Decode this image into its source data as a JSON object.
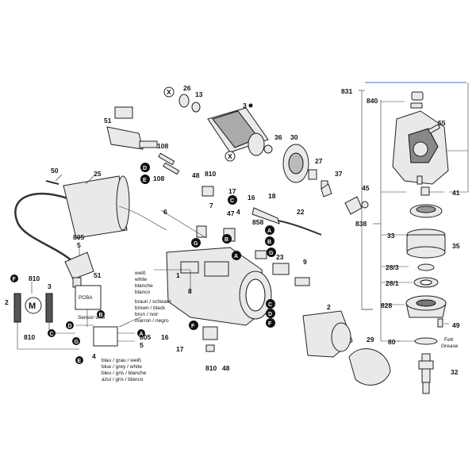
{
  "callouts": {
    "p831": "831",
    "p840": "840",
    "p55": "55",
    "p41": "41",
    "p838": "838",
    "p45": "45",
    "p33": "33",
    "p35": "35",
    "p28_3": "28/3",
    "p28_1": "28/1",
    "p828": "828",
    "p49": "49",
    "p80": "80",
    "p32": "32",
    "p26": "26",
    "p13": "13",
    "p3": "3",
    "p30": "30",
    "p36": "36",
    "p27": "27",
    "p37": "37",
    "p51a": "51",
    "p108a": "108",
    "p108b": "108",
    "p50": "50",
    "p25": "25",
    "p48a": "48",
    "p810a": "810",
    "p17a": "17",
    "p16a": "16",
    "p18": "18",
    "p22": "22",
    "p6": "6",
    "p7": "7",
    "p47": "47",
    "p4": "4",
    "p858": "858",
    "p23": "23",
    "p9": "9",
    "p805a": "805",
    "p5a": "5",
    "p1": "1",
    "p8": "8",
    "p2": "2",
    "p29": "29",
    "p16b": "16",
    "p17b": "17",
    "p810b": "810",
    "p48b": "48",
    "p51b": "51",
    "p810c": "810",
    "p3b": "3",
    "p2b": "2",
    "p810d": "810",
    "p4b": "4",
    "p805b": "805",
    "p5b": "5"
  },
  "letters": {
    "x1": "X",
    "x2": "X",
    "d1": "D",
    "e1": "E",
    "g1": "G",
    "c1": "C",
    "a1": "A",
    "b1": "B",
    "g2": "G",
    "a2": "A",
    "b2": "B",
    "c2": "C",
    "d2": "D",
    "f1": "F",
    "f2": "F",
    "pf": "F",
    "pc": "C",
    "pa": "A",
    "pd": "D",
    "pb": "B",
    "pe": "E",
    "pg": "G"
  },
  "motor_symbol": "M",
  "fett": "Fett",
  "grease": "Grease",
  "wiring": {
    "pcba": "PCBA",
    "sensor_wire": "Sensor wire",
    "colors_top": [
      "weiß",
      "white",
      "blanche",
      "blanco"
    ],
    "colors_mid": [
      "braun / schwarz",
      "brown / black",
      "brun / noir",
      "marron / negro"
    ],
    "colors_bottom": [
      "blau / grau / weiß",
      "blue / grey / white",
      "bleu / gris / blanche",
      "azul / gris / blanco"
    ]
  }
}
